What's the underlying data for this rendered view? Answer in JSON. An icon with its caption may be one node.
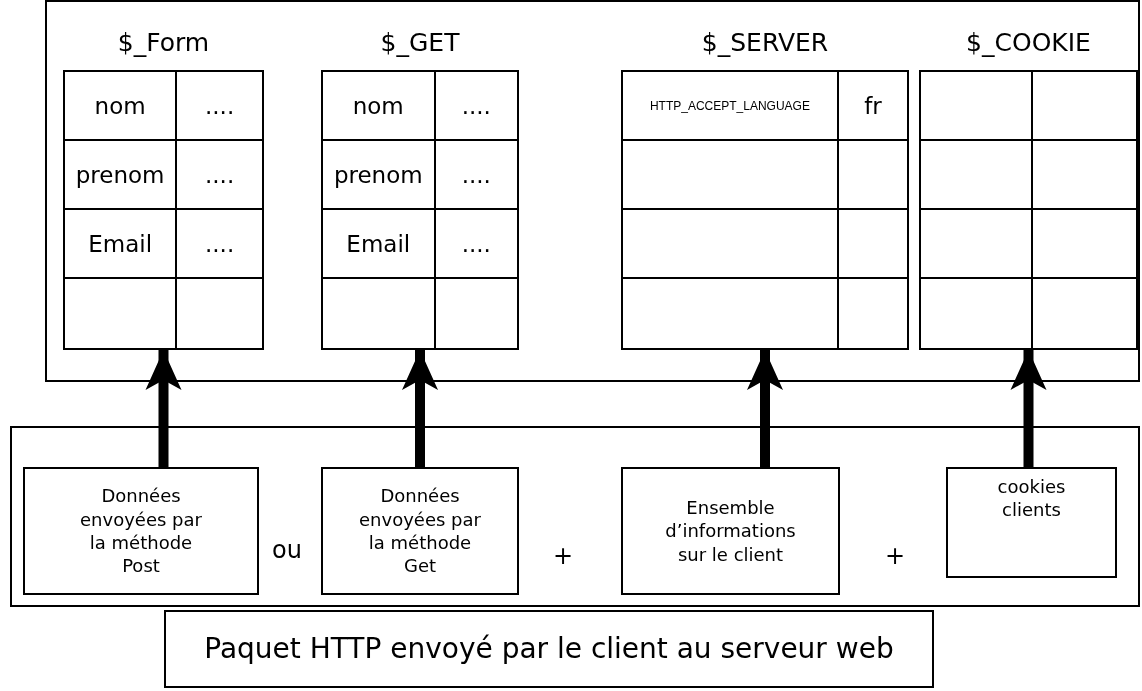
{
  "diagram": {
    "nodes": [
      {
        "text": [],
        "shape": "box"
      },
      {
        "text": [
          "$_Form",
          "nom",
          "....",
          "prenom",
          "....",
          "Email",
          "...."
        ],
        "in": 0
      },
      {
        "text": [
          "$_GET",
          "nom",
          "....",
          "prenom",
          "....",
          "Email",
          "...."
        ],
        "in": 0
      },
      {
        "text": [
          "$_SERVER",
          "HTTP_ACCEPT_LANGUAGE",
          "fr"
        ],
        "in": 0
      },
      {
        "text": [
          "$_COOKIE"
        ],
        "in": 0
      },
      {
        "text": [],
        "shape": "box"
      },
      {
        "text": [
          "Données envoyées par la méthode Post"
        ],
        "in": 5
      },
      {
        "text": [
          "Données envoyées par la méthode Get"
        ],
        "in": 5
      },
      {
        "text": [
          "Ensemble d’informations sur le client"
        ],
        "in": 5
      },
      {
        "text": [
          "cookies clients"
        ],
        "in": 5
      },
      {
        "text": [
          "Paquet HTTP envoyé par le client au serveur web"
        ]
      }
    ],
    "edges": [
      {
        "from": 6,
        "to": 1,
        "arrow": "to"
      },
      {
        "from": 7,
        "to": 2,
        "arrow": "to"
      },
      {
        "from": 8,
        "to": 3,
        "arrow": "to"
      },
      {
        "from": 9,
        "to": 4,
        "arrow": "to"
      }
    ],
    "labels": [
      "ou",
      "+",
      "+"
    ]
  }
}
